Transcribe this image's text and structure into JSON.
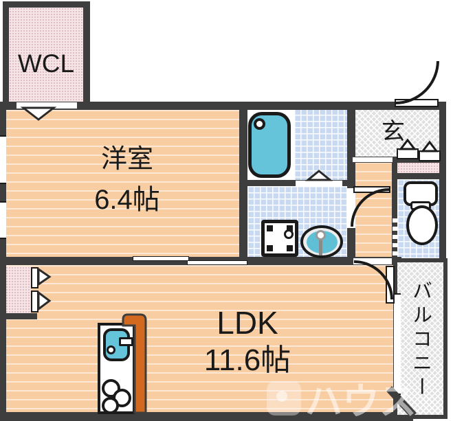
{
  "plan": {
    "type": "floorplan",
    "rooms": {
      "wcl": {
        "label": "WCL"
      },
      "bedroom": {
        "label": "洋室",
        "size": "6.4帖"
      },
      "ldk": {
        "label": "LDK",
        "size": "11.6帖"
      },
      "entrance": {
        "label": "玄"
      },
      "balcony": {
        "label": "バルコニー"
      }
    },
    "fixtures": [
      "bathtub",
      "washing-machine",
      "washbasin",
      "toilet",
      "kitchen-sink",
      "stove",
      "closet",
      "entrance-steps"
    ],
    "watermark": {
      "text": "ハウス"
    },
    "colors": {
      "wall": "#3E3E3E",
      "wood_floor": "#F8CDA2",
      "tile_floor": "#C9D9F1",
      "closet_floor": "#F6E5E7",
      "concrete_hatch": "#E0E0E0",
      "water_teal": "#66C4DA",
      "kitchen_orange": "#D2691E"
    }
  }
}
